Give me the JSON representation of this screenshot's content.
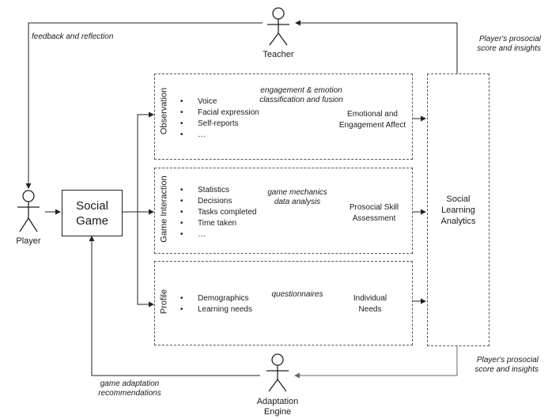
{
  "actors": {
    "teacher": "Teacher",
    "player": "Player",
    "adaptation_engine_line1": "Adaptation",
    "adaptation_engine_line2": "Engine"
  },
  "social_game": {
    "line1": "Social",
    "line2": "Game"
  },
  "analytics": {
    "line1": "Social",
    "line2": "Learning",
    "line3": "Analytics"
  },
  "panels": {
    "observation": {
      "title": "Observation",
      "items": [
        "Voice",
        "Facial expression",
        "Self-reports",
        "…"
      ],
      "method_line1": "engagement & emotion",
      "method_line2": "classification and fusion",
      "output_line1": "Emotional and",
      "output_line2": "Engagement Affect"
    },
    "game_interaction": {
      "title": "Game Interaction",
      "items": [
        "Statistics",
        "Decisions",
        "Tasks completed",
        "Time taken",
        "…"
      ],
      "method_line1": "game mechanics",
      "method_line2": "data analysis",
      "output_line1": "Prosocial Skill",
      "output_line2": "Assessment"
    },
    "profile": {
      "title": "Profile",
      "items": [
        "Demographics",
        "Learning needs"
      ],
      "method_line1": "questionnaires",
      "output_line1": "Individual",
      "output_line2": "Needs"
    }
  },
  "edge_labels": {
    "feedback": "feedback and reflection",
    "prosocial_top_line1": "Player's prosocial",
    "prosocial_top_line2": "score and insights",
    "prosocial_bottom_line1": "Player's prosocial",
    "prosocial_bottom_line2": "score and insights",
    "adaptation_line1": "game adaptation",
    "adaptation_line2": "recommendations"
  }
}
